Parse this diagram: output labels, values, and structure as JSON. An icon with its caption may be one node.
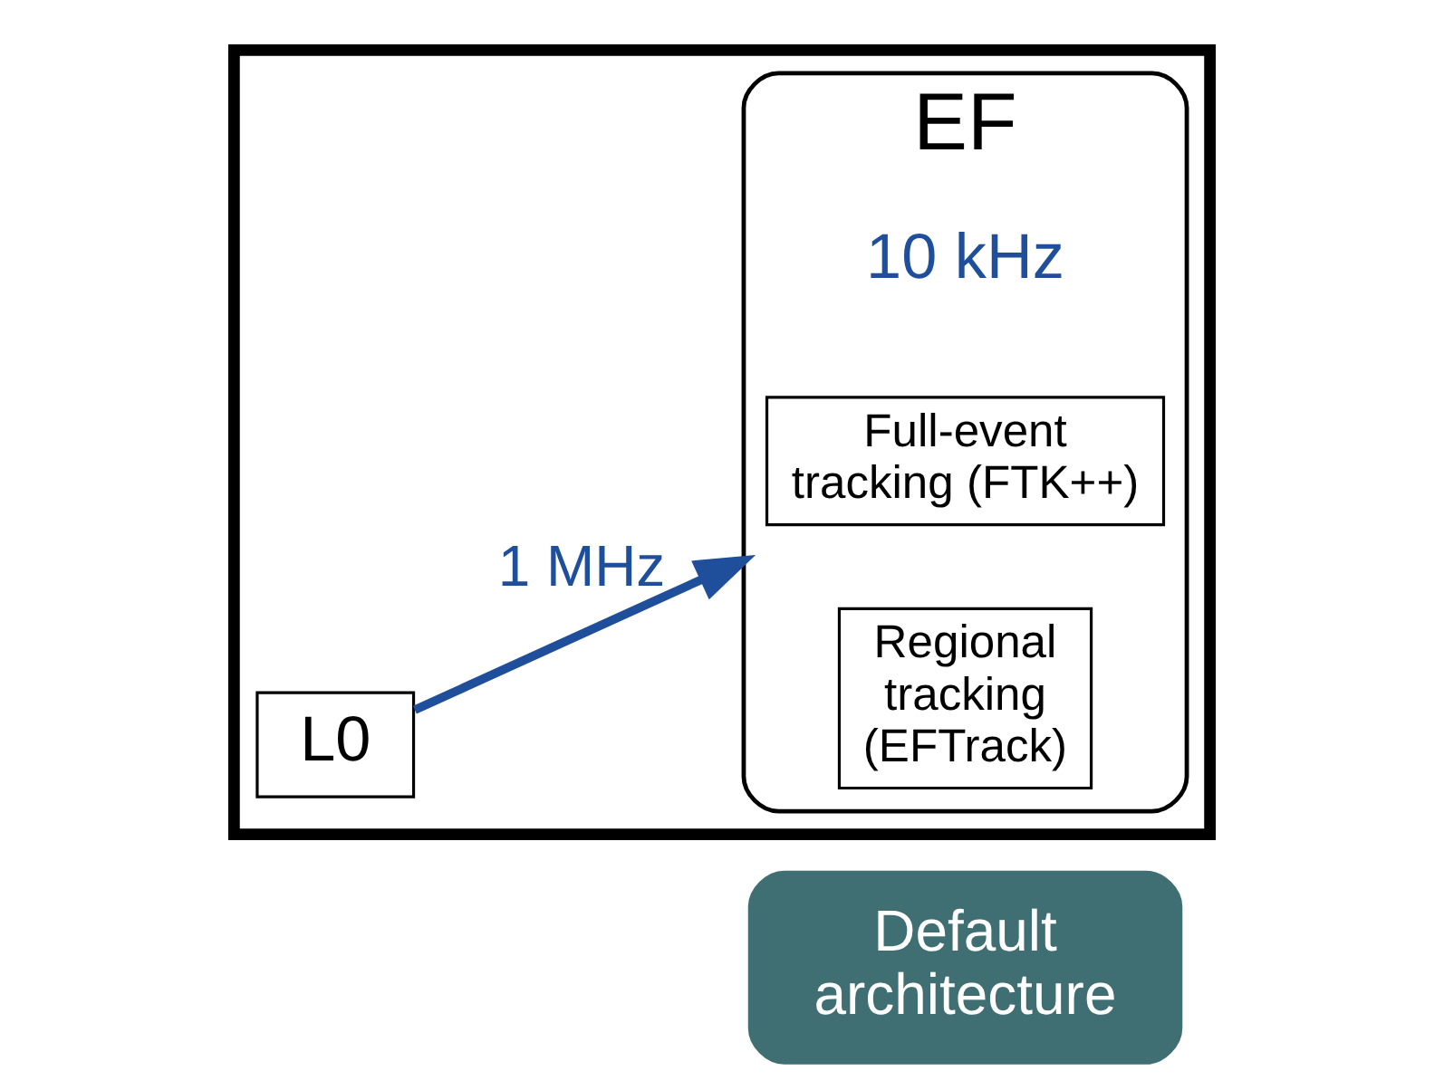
{
  "diagram": {
    "nodes": [
      {
        "text": [],
        "shape": "box"
      },
      {
        "text": [
          "L0"
        ],
        "in": 0
      },
      {
        "text": [
          "EF"
        ],
        "in": 0,
        "beside": [
          "10 kHz"
        ]
      },
      {
        "text": [
          "Full-event tracking (FTK++)"
        ],
        "in": 2
      },
      {
        "text": [
          "Regional tracking (EFTrack)"
        ],
        "in": 2
      },
      {
        "text": [
          "Default architecture"
        ]
      }
    ],
    "edges": [
      {
        "from": 1,
        "to": 2,
        "arrow": "to",
        "label": "1 MHz",
        "color": "#1f4e9a"
      }
    ]
  }
}
